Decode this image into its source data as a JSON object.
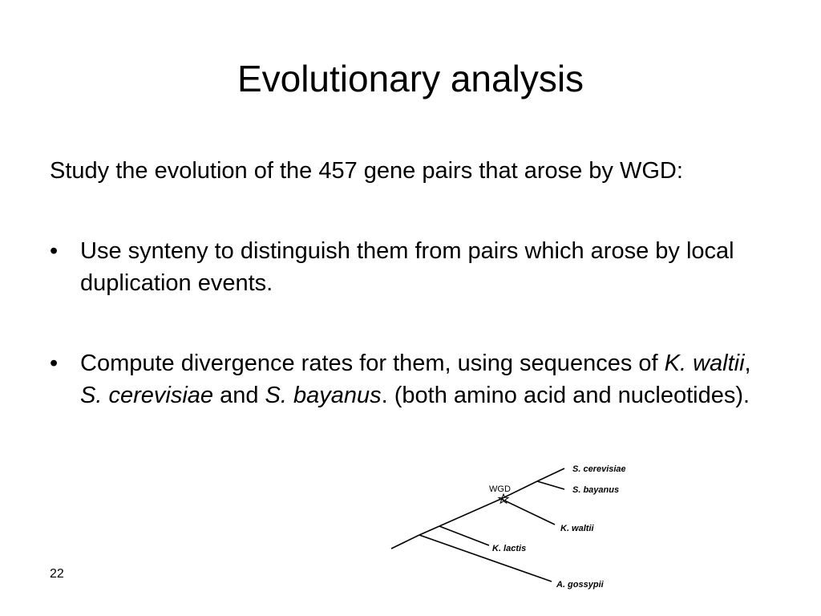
{
  "slide": {
    "title": "Evolutionary analysis",
    "intro": "Study the evolution of the 457 gene pairs that arose by WGD:",
    "bullet_char": "•",
    "bullet1": "Use synteny to distinguish them from pairs which arose by local duplication events.",
    "bullet2": {
      "text_before": "Compute divergence rates for them, using sequences of ",
      "species1": "K. waltii",
      "sep1": ", ",
      "species2": "S. cerevisiae",
      "sep2": " and ",
      "species3": "S. bayanus",
      "text_after": ". (both amino acid and nucleotides)."
    },
    "page_number": "22"
  },
  "tree": {
    "wgd_label": "WGD",
    "wgd_icon": "star-icon",
    "leaves": [
      "S. cerevisiae",
      "S. bayanus",
      "K. waltii",
      "K. lactis",
      "A. gossypii"
    ]
  }
}
